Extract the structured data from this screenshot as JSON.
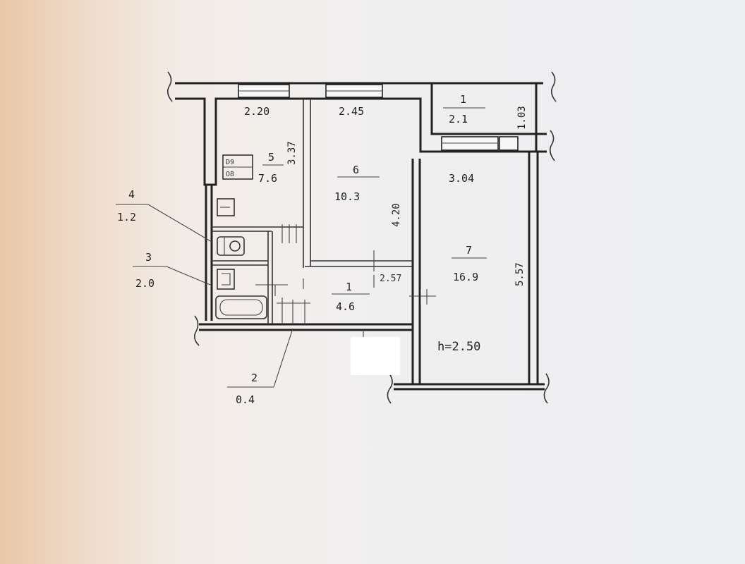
{
  "rooms": [
    {
      "num": "1",
      "area": "2.1"
    },
    {
      "num": "2",
      "area": "0.4"
    },
    {
      "num": "3",
      "area": "2.0"
    },
    {
      "num": "4",
      "area": "1.2"
    },
    {
      "num": "5",
      "area": "7.6"
    },
    {
      "num": "6",
      "area": "10.3"
    },
    {
      "num": "7",
      "area": "16.9"
    },
    {
      "num": "1",
      "area": "4.6"
    }
  ],
  "dimensions": {
    "kitchen_width": "2.20",
    "kitchen_length": "3.37",
    "bedroom_width": "2.45",
    "bedroom_length": "4.20",
    "balcony_depth": "1.03",
    "living_width": "3.04",
    "living_length": "5.57",
    "hall_width": "2.57"
  },
  "ceiling_height": "h=2.50",
  "stove_marks": [
    "D9",
    "O8"
  ]
}
